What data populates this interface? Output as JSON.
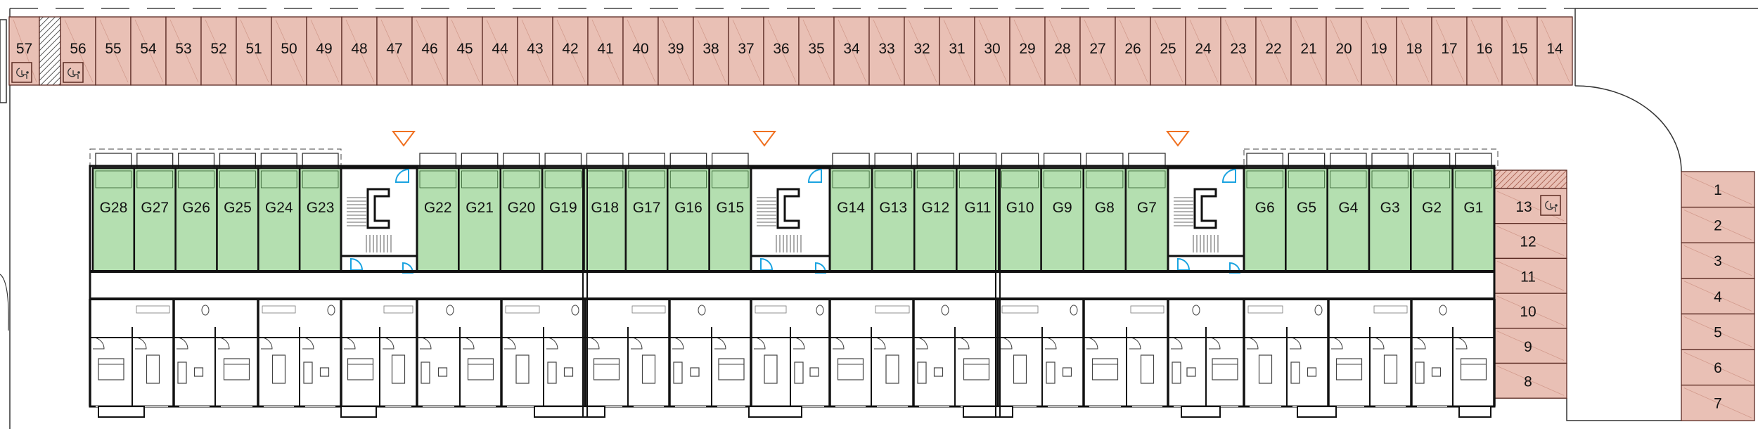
{
  "colors": {
    "parking_fill": "#e9c0b5",
    "parking_stroke": "#5a2a22",
    "garage_fill": "#b4dfb0",
    "wall": "#111111",
    "door_accent": "#1aa3e0",
    "entrance_marker": "#f07020"
  },
  "parking_top_row": {
    "spaces": [
      {
        "label": "57",
        "icon": "accessible-parking-icon"
      },
      {
        "label": "",
        "hatched": true
      },
      {
        "label": "56",
        "icon": "accessible-parking-icon"
      },
      {
        "label": "55"
      },
      {
        "label": "54"
      },
      {
        "label": "53"
      },
      {
        "label": "52"
      },
      {
        "label": "51"
      },
      {
        "label": "50"
      },
      {
        "label": "49"
      },
      {
        "label": "48"
      },
      {
        "label": "47"
      },
      {
        "label": "46"
      },
      {
        "label": "45"
      },
      {
        "label": "44"
      },
      {
        "label": "43"
      },
      {
        "label": "42"
      },
      {
        "label": "41"
      },
      {
        "label": "40"
      },
      {
        "label": "39"
      },
      {
        "label": "38"
      },
      {
        "label": "37"
      },
      {
        "label": "36"
      },
      {
        "label": "35"
      },
      {
        "label": "34"
      },
      {
        "label": "33"
      },
      {
        "label": "32"
      },
      {
        "label": "31"
      },
      {
        "label": "30"
      },
      {
        "label": "29"
      },
      {
        "label": "28"
      },
      {
        "label": "27"
      },
      {
        "label": "26"
      },
      {
        "label": "25"
      },
      {
        "label": "24"
      },
      {
        "label": "23"
      },
      {
        "label": "22"
      },
      {
        "label": "21"
      },
      {
        "label": "20"
      },
      {
        "label": "19"
      },
      {
        "label": "18"
      },
      {
        "label": "17"
      },
      {
        "label": "16"
      },
      {
        "label": "15"
      },
      {
        "label": "14"
      }
    ]
  },
  "parking_side_column": {
    "spaces": [
      {
        "label": "13",
        "icon": "accessible-parking-icon"
      },
      {
        "label": "12"
      },
      {
        "label": "11"
      },
      {
        "label": "10"
      },
      {
        "label": "9"
      },
      {
        "label": "8"
      }
    ]
  },
  "parking_right_column": {
    "spaces": [
      {
        "label": "1"
      },
      {
        "label": "2"
      },
      {
        "label": "3"
      },
      {
        "label": "4"
      },
      {
        "label": "5"
      },
      {
        "label": "6"
      },
      {
        "label": "7"
      }
    ]
  },
  "garages": {
    "groups": [
      [
        "G28",
        "G27",
        "G26",
        "G25",
        "G24",
        "G23"
      ],
      [
        "G22",
        "G21",
        "G20",
        "G19",
        "G18",
        "G17",
        "G16",
        "G15"
      ],
      [
        "G14",
        "G13",
        "G12",
        "G11",
        "G10",
        "G9",
        "G8",
        "G7"
      ],
      [
        "G6",
        "G5",
        "G4",
        "G3",
        "G2",
        "G1"
      ]
    ]
  },
  "entrances": {
    "count": 3,
    "icon": "entrance-triangle-icon"
  }
}
